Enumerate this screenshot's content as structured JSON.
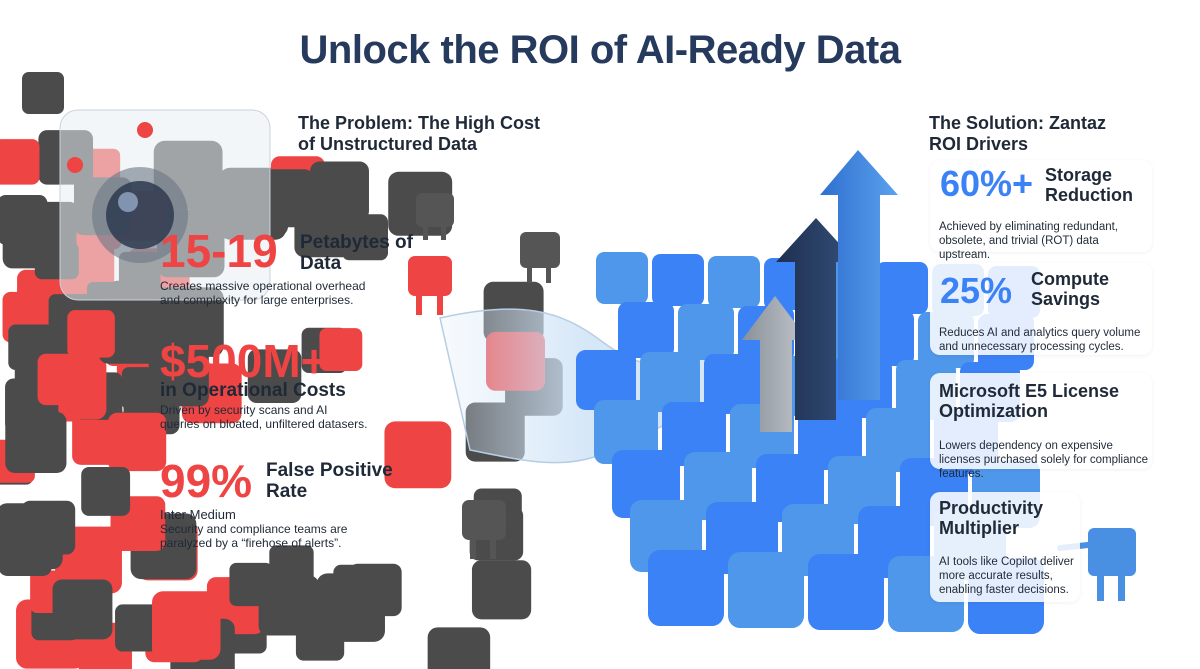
{
  "title": "Unlock the ROI of AI-Ready Data",
  "problem": {
    "heading": "The Problem: The High Cost of Unstructured Data",
    "stats": [
      {
        "number": "15-19",
        "label": "Petabytes of Data",
        "description": "Creates massive operational overhead and complexity for large enterprises."
      },
      {
        "number": "$500M+",
        "label": "in Operational Costs",
        "description": "Driven by security scans and AI queries on bloated, unfiltered datasers."
      },
      {
        "number": "99%",
        "label": "False Positive Rate",
        "sublabel": "Inter Medium",
        "description": "Security and compliance teams are paralyzed by a “firehose of alerts”."
      }
    ]
  },
  "solution": {
    "heading": "The Solution: Zantaz ROI Drivers",
    "drivers": [
      {
        "number": "60%+",
        "label": "Storage Reduction",
        "description": "Achieved by eliminating redundant, obsolete, and trivial (ROT) data upstream."
      },
      {
        "number": "25%",
        "label": "Compute Savings",
        "description": "Reduces AI and analytics query volume and unnecessary processing cycles."
      },
      {
        "label": "Microsoft E5 License Optimization",
        "description": "Lowers dependency on expensive licenses purchased solely for compliance features."
      },
      {
        "label": "Productivity Multiplier",
        "description": "AI tools like Copilot deliver more accurate results, enabling faster decisions."
      }
    ]
  },
  "colors": {
    "title": "#263a5e",
    "problem_accent": "#ef4444",
    "solution_accent": "#3b82f6",
    "cube_dark": "#4b4b4b",
    "cube_red": "#ef4444",
    "cube_blue": "#3b82f6",
    "arrow_navy": "#263a5e",
    "arrow_gray": "#9ca3af"
  },
  "icons": [
    "red-cube",
    "dark-cube",
    "blue-cube",
    "camera-icon",
    "funnel-pipe",
    "up-arrow-icon",
    "cube-mascot-icon"
  ]
}
